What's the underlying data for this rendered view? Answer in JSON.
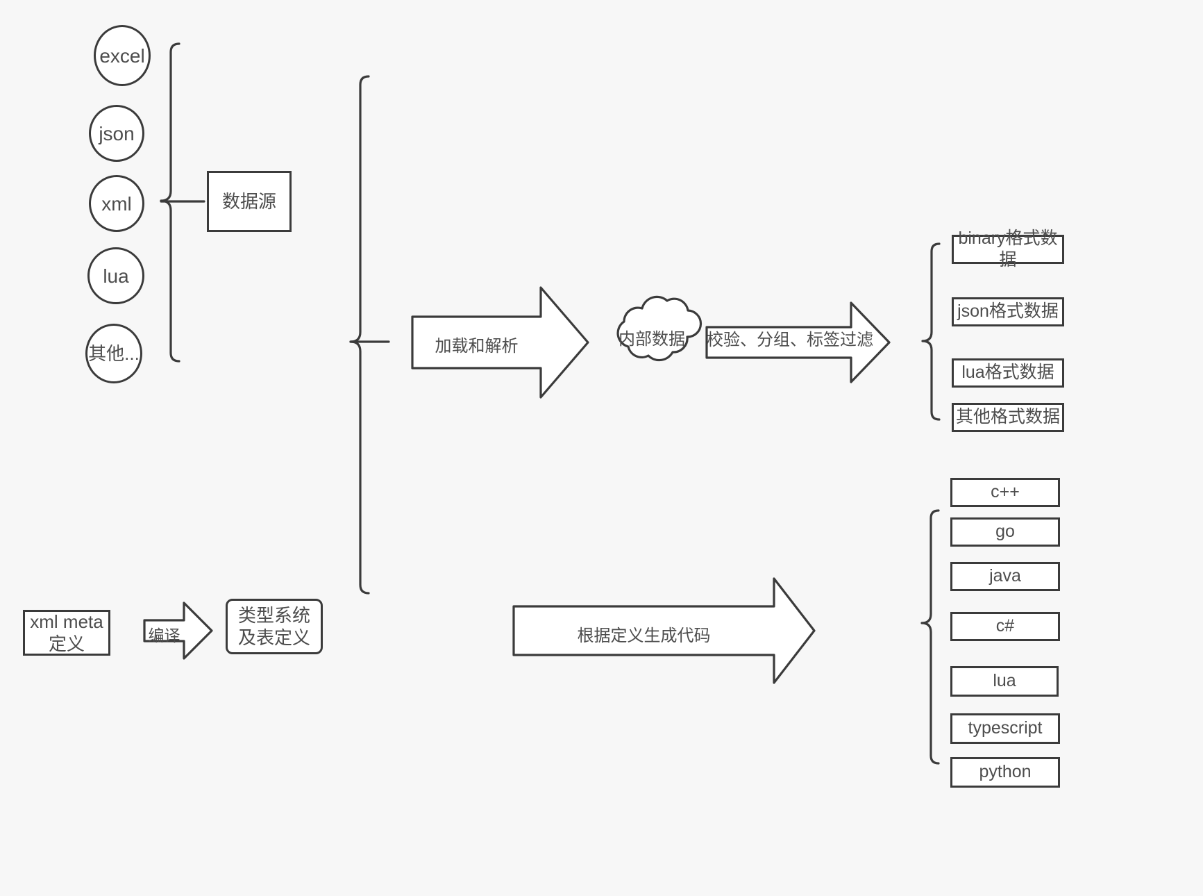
{
  "colors": {
    "background": "#f7f7f7",
    "stroke": "#3b3b3b",
    "text": "#4d4d4d",
    "fill": "#ffffff"
  },
  "sources": {
    "group_label": "数据源",
    "items": [
      {
        "label": "excel"
      },
      {
        "label": "json"
      },
      {
        "label": "xml"
      },
      {
        "label": "lua"
      },
      {
        "label": "其他..."
      }
    ]
  },
  "pipeline": {
    "load_arrow_label": "加载和解析",
    "internal_data_label": "内部数据",
    "filter_arrow_label": "校验、分组、标签过滤"
  },
  "outputs": {
    "formats": [
      {
        "label": "binary格式数据"
      },
      {
        "label": "json格式数据"
      },
      {
        "label": "lua格式数据"
      },
      {
        "label": "其他格式数据"
      }
    ]
  },
  "meta": {
    "source_label": "xml meta定义",
    "compile_arrow_label": "编译",
    "type_system_label": "类型系统及表定义"
  },
  "codegen": {
    "arrow_label": "根据定义生成代码",
    "languages": [
      {
        "label": "c++"
      },
      {
        "label": "go"
      },
      {
        "label": "java"
      },
      {
        "label": "c#"
      },
      {
        "label": "lua"
      },
      {
        "label": "typescript"
      },
      {
        "label": "python"
      }
    ]
  }
}
